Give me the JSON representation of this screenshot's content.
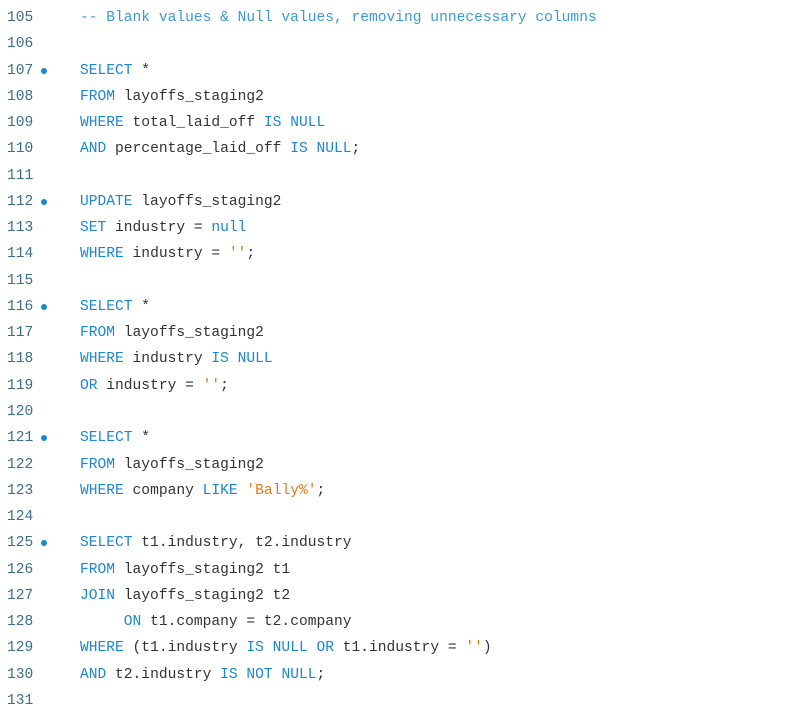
{
  "colors": {
    "keyword": "#1a86d6",
    "comment": "#3a9ad9",
    "string": "#e07b1a",
    "text": "#333333",
    "line_number": "#3c6e8a",
    "breakpoint": "#1a86d6"
  },
  "lines": [
    {
      "n": "105",
      "dot": false,
      "tokens": [
        [
          "cm",
          "-- Blank values & Null values, removing unnecessary columns"
        ]
      ]
    },
    {
      "n": "106",
      "dot": false,
      "tokens": []
    },
    {
      "n": "107",
      "dot": true,
      "tokens": [
        [
          "kw",
          "SELECT"
        ],
        [
          "tx",
          " *"
        ]
      ]
    },
    {
      "n": "108",
      "dot": false,
      "tokens": [
        [
          "kw",
          "FROM"
        ],
        [
          "tx",
          " layoffs_staging2"
        ]
      ]
    },
    {
      "n": "109",
      "dot": false,
      "tokens": [
        [
          "kw",
          "WHERE"
        ],
        [
          "tx",
          " total_laid_off "
        ],
        [
          "kw",
          "IS NULL"
        ]
      ]
    },
    {
      "n": "110",
      "dot": false,
      "tokens": [
        [
          "kw",
          "AND"
        ],
        [
          "tx",
          " percentage_laid_off "
        ],
        [
          "kw",
          "IS NULL"
        ],
        [
          "tx",
          ";"
        ]
      ]
    },
    {
      "n": "111",
      "dot": false,
      "tokens": []
    },
    {
      "n": "112",
      "dot": true,
      "tokens": [
        [
          "kw",
          "UPDATE"
        ],
        [
          "tx",
          " layoffs_staging2"
        ]
      ]
    },
    {
      "n": "113",
      "dot": false,
      "tokens": [
        [
          "kw",
          "SET"
        ],
        [
          "tx",
          " industry = "
        ],
        [
          "kw",
          "null"
        ]
      ]
    },
    {
      "n": "114",
      "dot": false,
      "tokens": [
        [
          "kw",
          "WHERE"
        ],
        [
          "tx",
          " industry = "
        ],
        [
          "str",
          "''"
        ],
        [
          "tx",
          ";"
        ]
      ]
    },
    {
      "n": "115",
      "dot": false,
      "tokens": []
    },
    {
      "n": "116",
      "dot": true,
      "tokens": [
        [
          "kw",
          "SELECT"
        ],
        [
          "tx",
          " *"
        ]
      ]
    },
    {
      "n": "117",
      "dot": false,
      "tokens": [
        [
          "kw",
          "FROM"
        ],
        [
          "tx",
          " layoffs_staging2"
        ]
      ]
    },
    {
      "n": "118",
      "dot": false,
      "tokens": [
        [
          "kw",
          "WHERE"
        ],
        [
          "tx",
          " industry "
        ],
        [
          "kw",
          "IS NULL"
        ]
      ]
    },
    {
      "n": "119",
      "dot": false,
      "tokens": [
        [
          "kw",
          "OR"
        ],
        [
          "tx",
          " industry = "
        ],
        [
          "str",
          "''"
        ],
        [
          "tx",
          ";"
        ]
      ]
    },
    {
      "n": "120",
      "dot": false,
      "tokens": []
    },
    {
      "n": "121",
      "dot": true,
      "tokens": [
        [
          "kw",
          "SELECT"
        ],
        [
          "tx",
          " *"
        ]
      ]
    },
    {
      "n": "122",
      "dot": false,
      "tokens": [
        [
          "kw",
          "FROM"
        ],
        [
          "tx",
          " layoffs_staging2"
        ]
      ]
    },
    {
      "n": "123",
      "dot": false,
      "tokens": [
        [
          "kw",
          "WHERE"
        ],
        [
          "tx",
          " company "
        ],
        [
          "kw",
          "LIKE"
        ],
        [
          "tx",
          " "
        ],
        [
          "str",
          "'Bally%'"
        ],
        [
          "tx",
          ";"
        ]
      ]
    },
    {
      "n": "124",
      "dot": false,
      "tokens": []
    },
    {
      "n": "125",
      "dot": true,
      "tokens": [
        [
          "kw",
          "SELECT"
        ],
        [
          "tx",
          " t1.industry, t2.industry"
        ]
      ]
    },
    {
      "n": "126",
      "dot": false,
      "tokens": [
        [
          "kw",
          "FROM"
        ],
        [
          "tx",
          " layoffs_staging2 t1"
        ]
      ]
    },
    {
      "n": "127",
      "dot": false,
      "tokens": [
        [
          "kw",
          "JOIN"
        ],
        [
          "tx",
          " layoffs_staging2 t2"
        ]
      ]
    },
    {
      "n": "128",
      "dot": false,
      "tokens": [
        [
          "tx",
          "     "
        ],
        [
          "kw",
          "ON"
        ],
        [
          "tx",
          " t1.company = t2.company"
        ]
      ]
    },
    {
      "n": "129",
      "dot": false,
      "tokens": [
        [
          "kw",
          "WHERE"
        ],
        [
          "tx",
          " (t1.industry "
        ],
        [
          "kw",
          "IS NULL OR"
        ],
        [
          "tx",
          " t1.industry = "
        ],
        [
          "str",
          "''"
        ],
        [
          "tx",
          ")"
        ]
      ]
    },
    {
      "n": "130",
      "dot": false,
      "tokens": [
        [
          "kw",
          "AND"
        ],
        [
          "tx",
          " t2.industry "
        ],
        [
          "kw",
          "IS NOT NULL"
        ],
        [
          "tx",
          ";"
        ]
      ]
    },
    {
      "n": "131",
      "dot": false,
      "tokens": []
    }
  ]
}
